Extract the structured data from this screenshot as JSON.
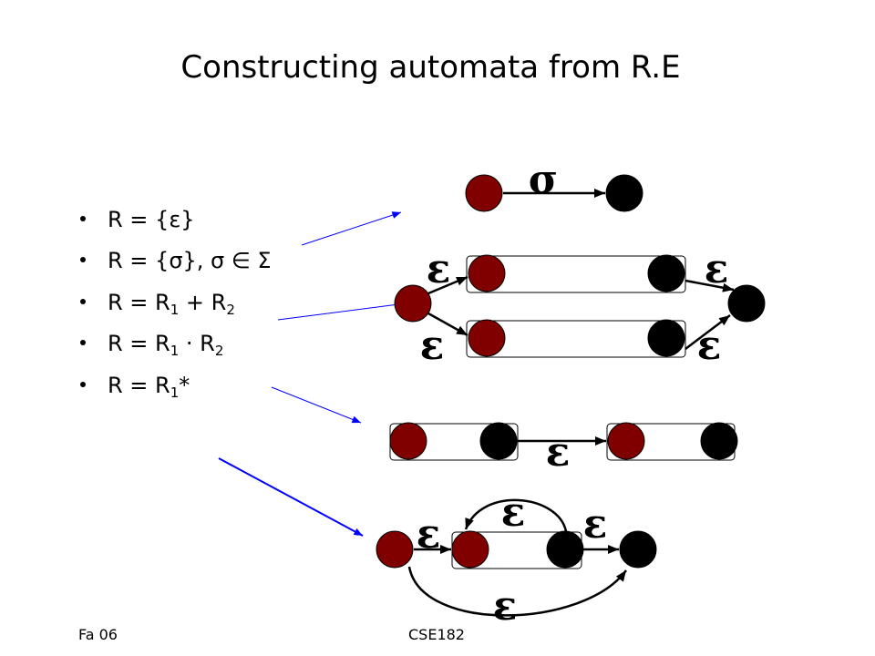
{
  "slide": {
    "title": "Constructing automata from R.E"
  },
  "bullets": [
    {
      "text": "R = {ε}"
    },
    {
      "text": "R = {σ}, σ ∈ Σ"
    },
    {
      "text": "R = R",
      "sub_a": "1",
      "op": " + R",
      "sub_b": "2"
    },
    {
      "text": "R = R",
      "sub_a": "1",
      "op": " · R",
      "sub_b": "2"
    },
    {
      "text": "R = R",
      "sub_a": "1",
      "op": "*"
    }
  ],
  "diagrams": {
    "single_symbol": {
      "label": "σ"
    },
    "union": {
      "labels": [
        "ε",
        "ε",
        "ε",
        "ε"
      ]
    },
    "concatenation": {
      "label": "ε"
    },
    "kleene_star": {
      "labels": [
        "ε",
        "ε",
        "ε",
        "ε"
      ]
    }
  },
  "footer": {
    "left": "Fa 06",
    "center": "CSE182"
  },
  "colors": {
    "start_state": "#800000",
    "final_state": "#000000",
    "pointer_arrow": "#0000ff"
  }
}
